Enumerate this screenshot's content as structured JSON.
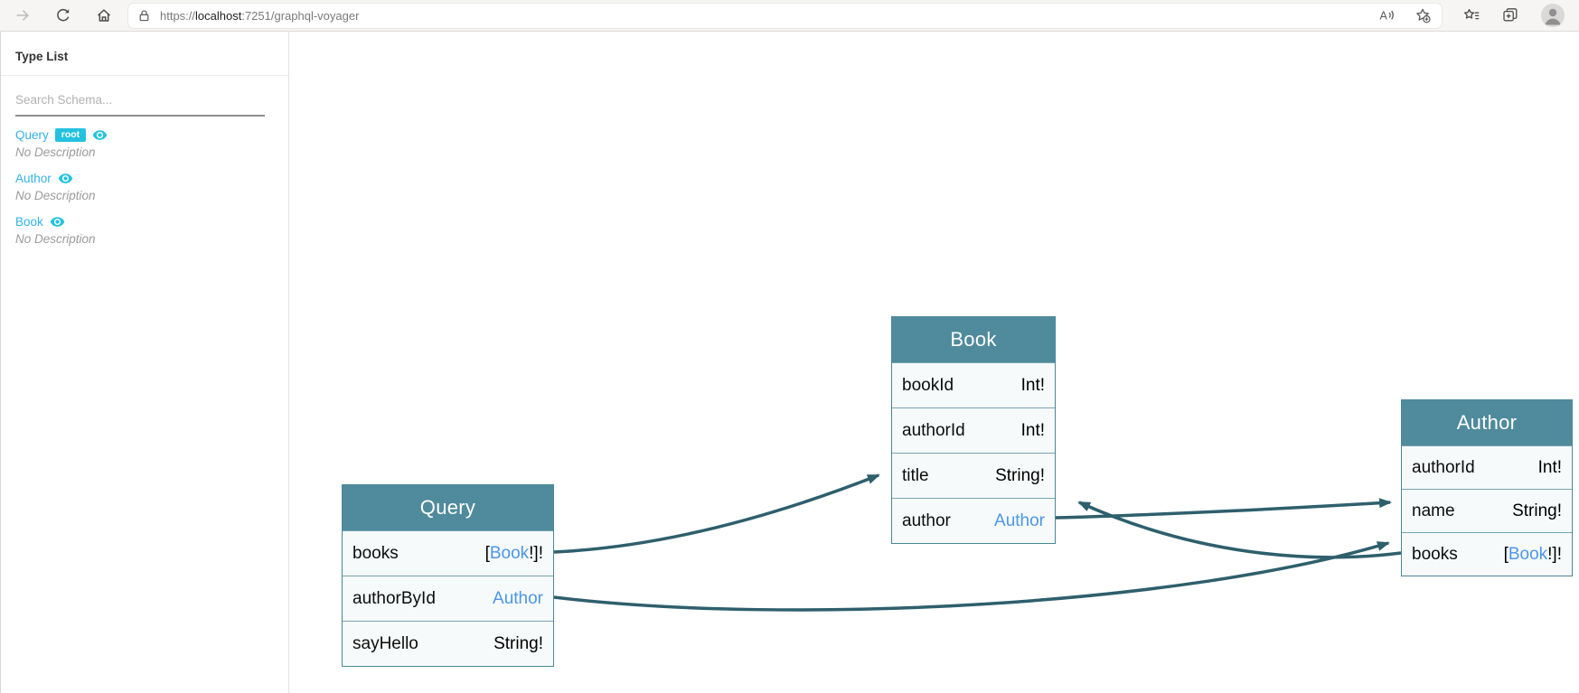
{
  "browser": {
    "toolbar_icons": [
      "forward-icon",
      "refresh-icon",
      "home-icon"
    ],
    "url": {
      "scheme": "https://",
      "host": "localhost",
      "path": ":7251/graphql-voyager",
      "full": "https://localhost:7251/graphql-voyager"
    },
    "urlbar_icons": [
      "lock-icon",
      "read-aloud-icon",
      "favorite-add-icon"
    ],
    "right_icons": [
      "favorites-icon",
      "collections-icon",
      "profile-avatar"
    ]
  },
  "sidebar": {
    "title": "Type List",
    "search_placeholder": "Search Schema...",
    "items": [
      {
        "name": "Query",
        "badge": "root",
        "description": "No Description"
      },
      {
        "name": "Author",
        "badge": "",
        "description": "No Description"
      },
      {
        "name": "Book",
        "badge": "",
        "description": "No Description"
      }
    ]
  },
  "graph": {
    "nodes": [
      {
        "title": "Query",
        "fields": [
          {
            "name": "books",
            "type_pre": "[",
            "type_link": "Book",
            "type_post": "!]!"
          },
          {
            "name": "authorById",
            "type_pre": "",
            "type_link": "Author",
            "type_post": ""
          },
          {
            "name": "sayHello",
            "type_pre": "String!",
            "type_link": "",
            "type_post": ""
          }
        ]
      },
      {
        "title": "Book",
        "fields": [
          {
            "name": "bookId",
            "type_pre": "Int!",
            "type_link": "",
            "type_post": ""
          },
          {
            "name": "authorId",
            "type_pre": "Int!",
            "type_link": "",
            "type_post": ""
          },
          {
            "name": "title",
            "type_pre": "String!",
            "type_link": "",
            "type_post": ""
          },
          {
            "name": "author",
            "type_pre": "",
            "type_link": "Author",
            "type_post": ""
          }
        ]
      },
      {
        "title": "Author",
        "fields": [
          {
            "name": "authorId",
            "type_pre": "Int!",
            "type_link": "",
            "type_post": ""
          },
          {
            "name": "name",
            "type_pre": "String!",
            "type_link": "",
            "type_post": ""
          },
          {
            "name": "books",
            "type_pre": "[",
            "type_link": "Book",
            "type_post": "!]!"
          }
        ]
      }
    ],
    "edges": [
      {
        "from": "Query.books",
        "to": "Book"
      },
      {
        "from": "Query.authorById",
        "to": "Author"
      },
      {
        "from": "Book.author",
        "to": "Author"
      },
      {
        "from": "Author.books",
        "to": "Book"
      }
    ]
  },
  "colors": {
    "node_header": "#4f8b9c",
    "node_row_bg": "#f6fafa",
    "node_border": "#4a8799",
    "row_border": "#78a4b2",
    "edge": "#2e5f6c",
    "type_link": "#4d96e8",
    "sidebar_link": "#33b2ea",
    "badge_bg": "#25c2e0",
    "eye_icon": "#25c2e0"
  }
}
